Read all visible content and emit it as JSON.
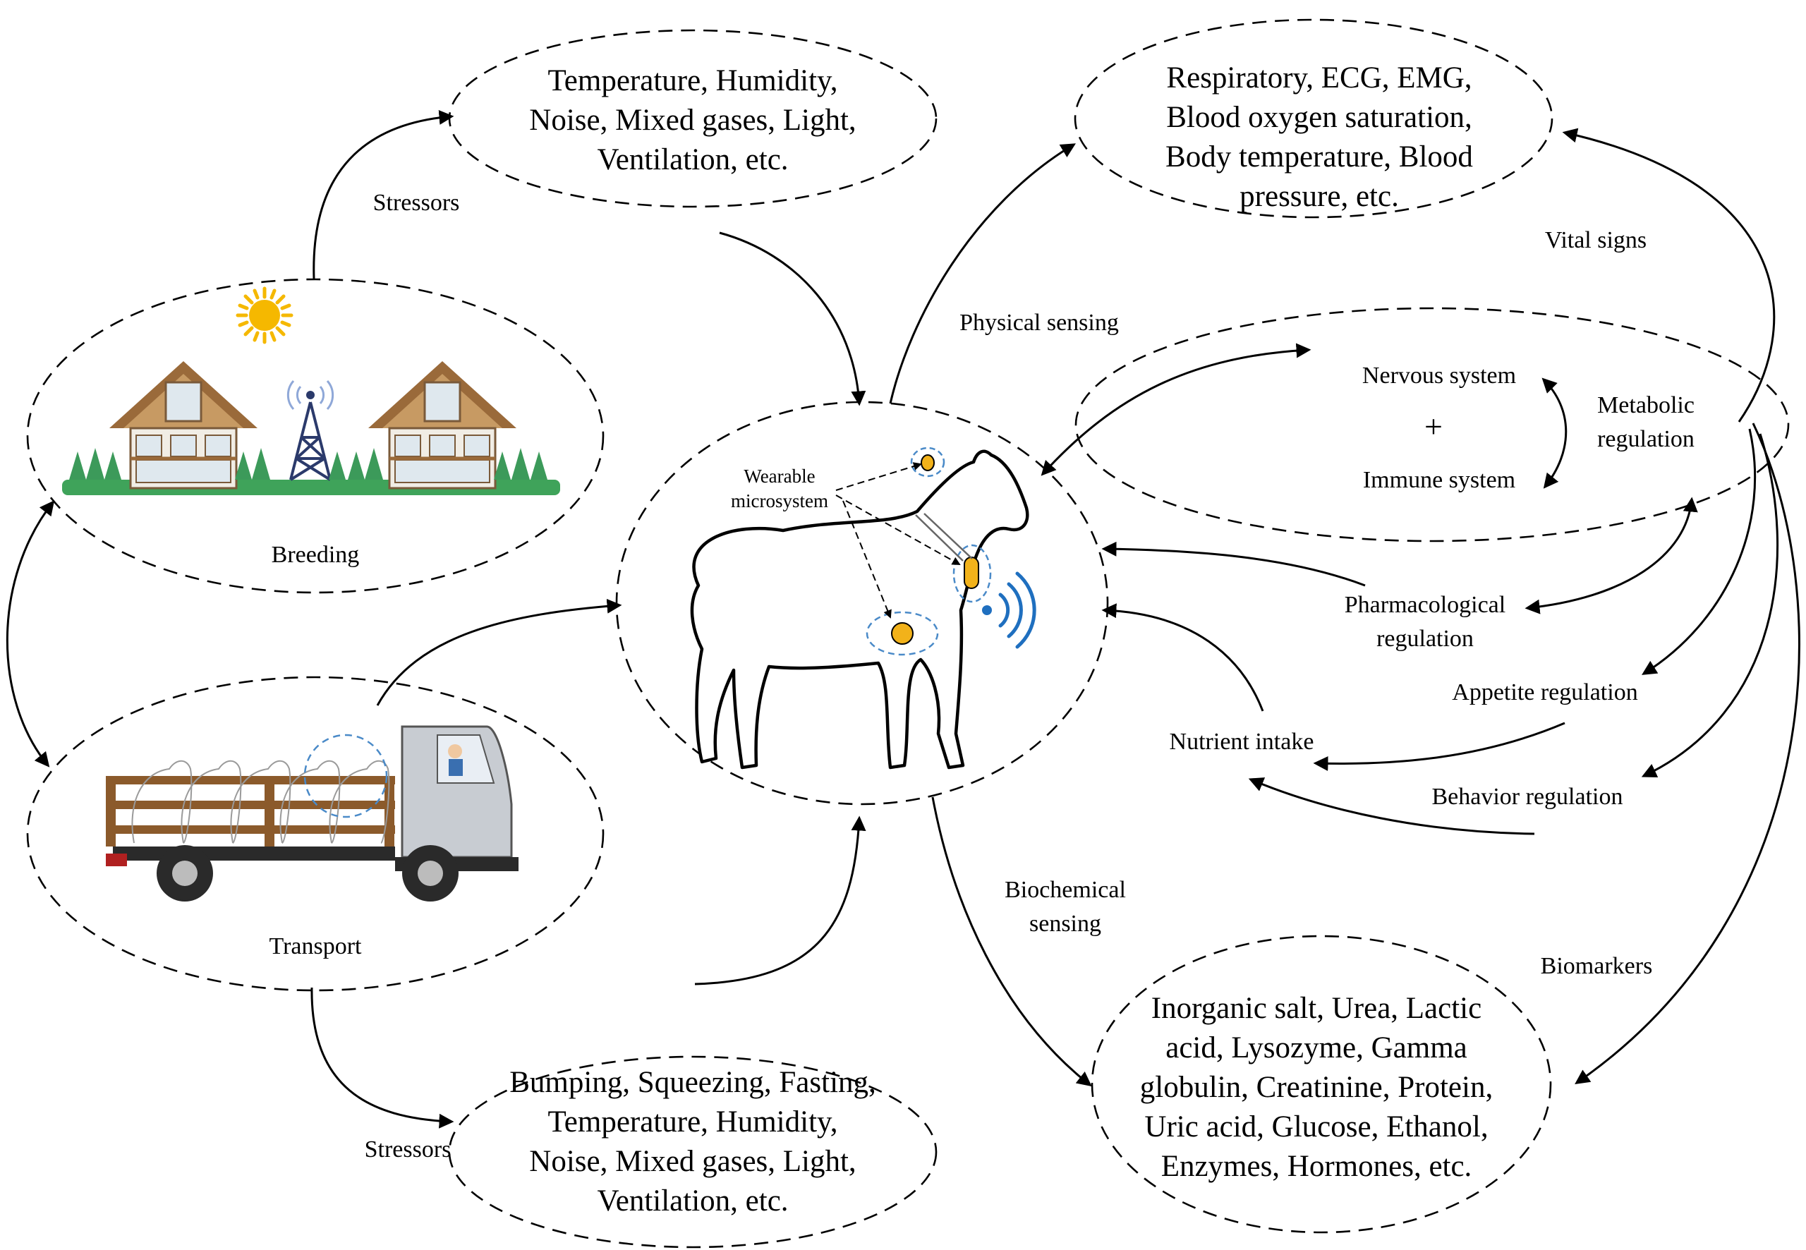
{
  "nodes": {
    "breeding": {
      "label": "Breeding"
    },
    "transport": {
      "label": "Transport"
    },
    "sheep": {
      "label_lines": [
        "Wearable",
        "microsystem"
      ]
    },
    "stressors_env": {
      "lines": [
        "Temperature, Humidity,",
        "Noise, Mixed gases, Light,",
        "Ventilation, etc."
      ]
    },
    "stressors_transport": {
      "lines": [
        "Bumping, Squeezing, Fasting,",
        "Temperature, Humidity,",
        "Noise, Mixed gases, Light,",
        "Ventilation, etc."
      ]
    },
    "vital_signs": {
      "lines": [
        "Respiratory, ECG, EMG,",
        "Blood oxygen saturation,",
        "Body temperature, Blood",
        "pressure, etc."
      ]
    },
    "regulation": {
      "nervous": "Nervous system",
      "plus": "+",
      "immune": "Immune system",
      "metabolic_lines": [
        "Metabolic",
        "regulation"
      ]
    },
    "biomarkers": {
      "lines": [
        "Inorganic salt, Urea, Lactic",
        "acid, Lysozyme, Gamma",
        "globulin, Creatinine, Protein,",
        "Uric acid, Glucose, Ethanol,",
        "Enzymes, Hormones, etc."
      ]
    }
  },
  "edge_labels": {
    "stressors_top": "Stressors",
    "stressors_bottom": "Stressors",
    "physical_sensing": "Physical sensing",
    "vital_signs": "Vital signs",
    "pharmacological_lines": [
      "Pharmacological",
      "regulation"
    ],
    "appetite_regulation": "Appetite regulation",
    "nutrient_intake": "Nutrient intake",
    "behavior_regulation": "Behavior regulation",
    "biochemical_lines": [
      "Biochemical",
      "sensing"
    ],
    "biomarkers": "Biomarkers"
  },
  "colors": {
    "line": "#000000",
    "sun": "#f5b800",
    "sensor": "#f2b21a",
    "signal": "#1f6fbf",
    "grass": "#3fa35a",
    "tree": "#3c9a5a",
    "roof": "#9a6a3a",
    "truck": "#c8ccd2",
    "wood": "#8b5a2b"
  },
  "icons": [
    "sun-icon",
    "house-icon",
    "signal-tower-icon",
    "tree-icon",
    "truck-icon",
    "sheep-icon",
    "sensor-icon",
    "wireless-signal-icon"
  ]
}
